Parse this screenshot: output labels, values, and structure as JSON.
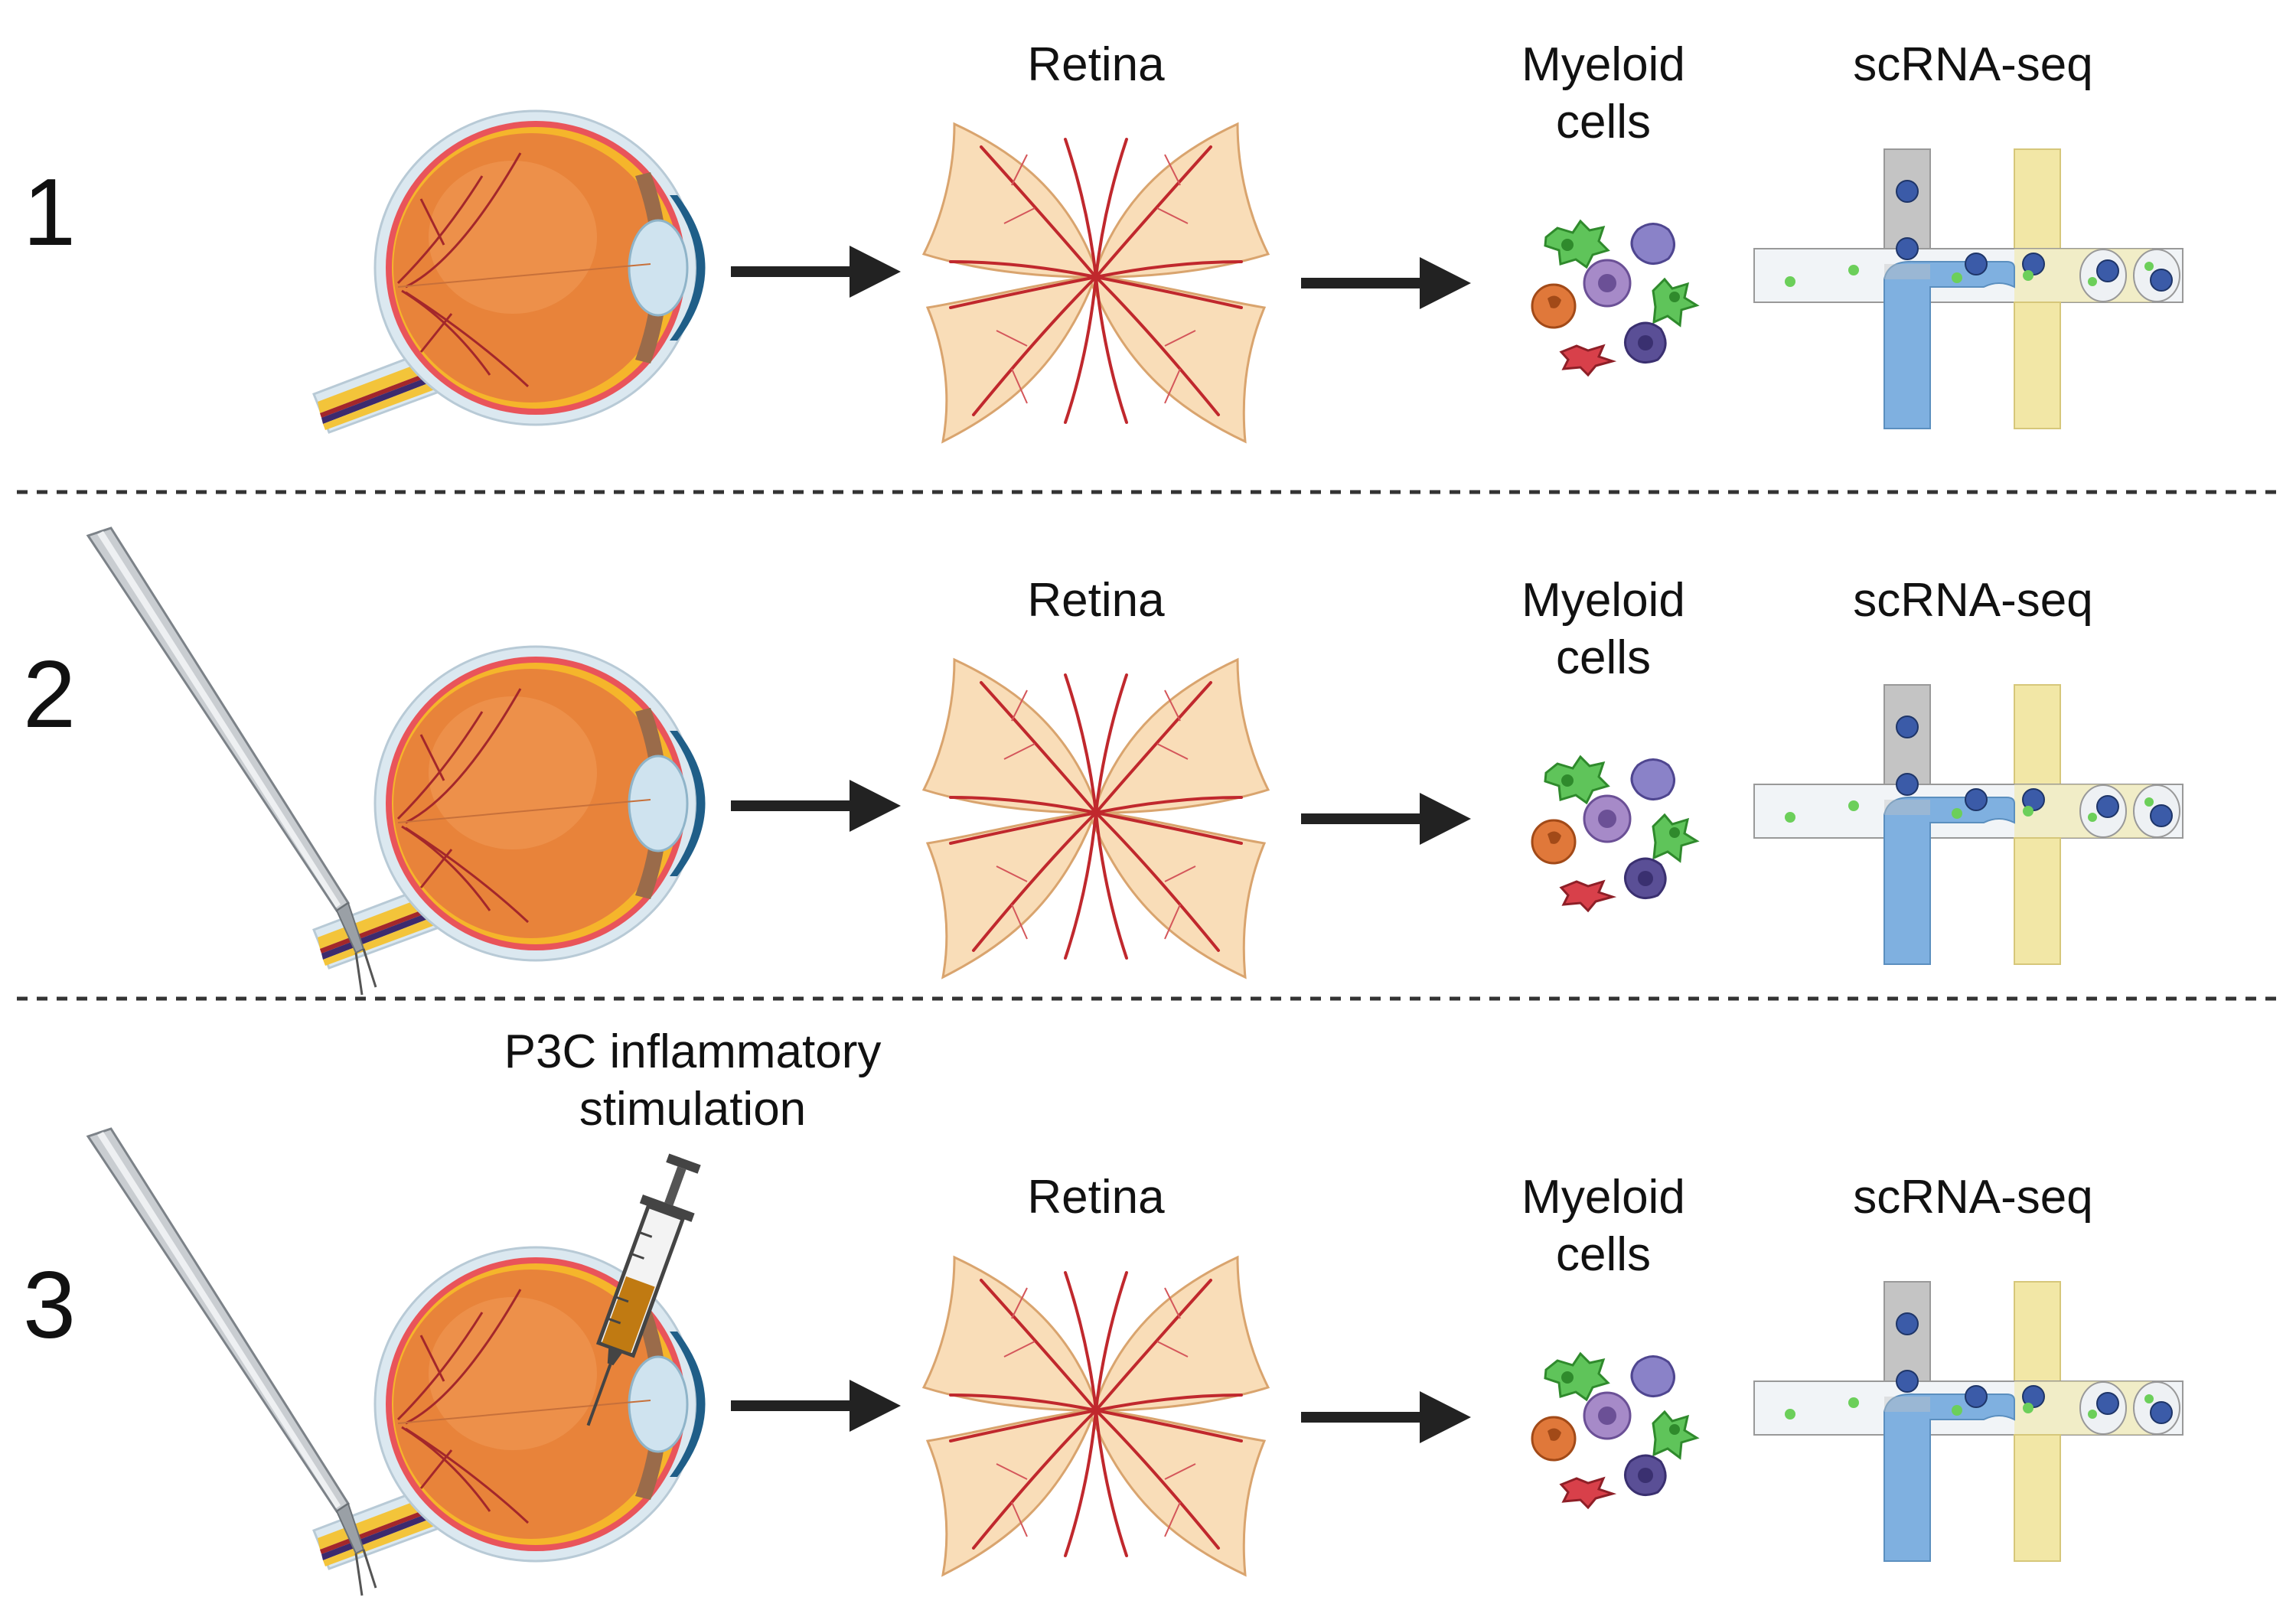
{
  "rows": [
    {
      "number": "1",
      "retina_label": "Retina",
      "myeloid_label_line1": "Myeloid",
      "myeloid_label_line2": "cells",
      "scrna_label": "scRNA-seq"
    },
    {
      "number": "2",
      "retina_label": "Retina",
      "myeloid_label_line1": "Myeloid",
      "myeloid_label_line2": "cells",
      "scrna_label": "scRNA-seq"
    },
    {
      "number": "3",
      "retina_label": "Retina",
      "myeloid_label_line1": "Myeloid",
      "myeloid_label_line2": "cells",
      "scrna_label": "scRNA-seq",
      "stimulation_label_line1": "P3C inflammatory",
      "stimulation_label_line2": "stimulation"
    }
  ],
  "colors": {
    "eye_orange": "#e8833a",
    "sclera_outline": "#d6e4ee",
    "retina_tissue": "#f9ddb8",
    "vessel_red": "#c0282d",
    "arrow": "#222222",
    "channel_blue": "#7fb0e0",
    "channel_yellow": "#f2e7a6",
    "channel_gray": "#c4c4c4",
    "divider": "#333333"
  }
}
